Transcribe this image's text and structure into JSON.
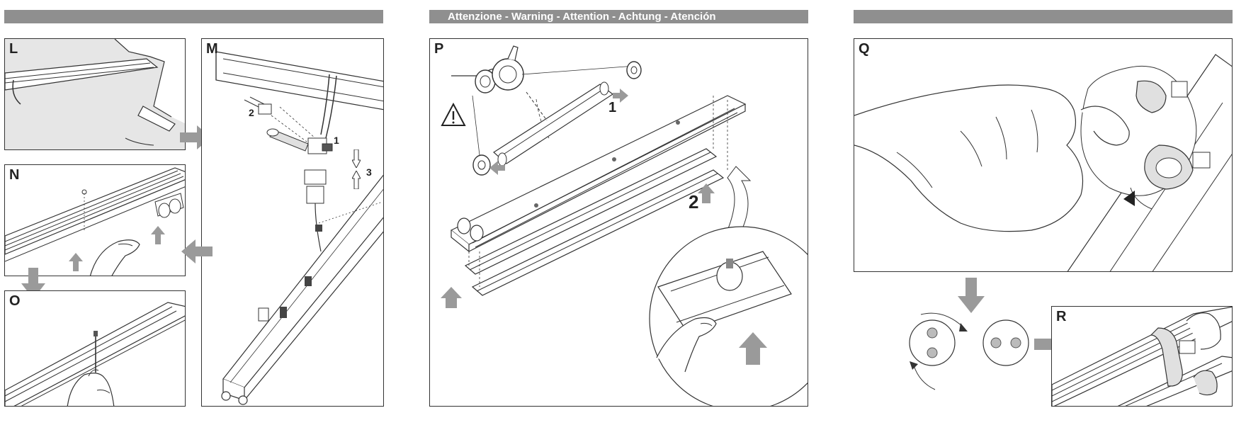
{
  "bands": {
    "left_text": "",
    "center_text": "Attenzione - Warning - Attention - Achtung - Atención",
    "right_text": ""
  },
  "panels": {
    "L": "L",
    "M": "M",
    "N": "N",
    "O": "O",
    "P": "P",
    "Q": "Q",
    "R": "R"
  },
  "step_numbers": {
    "m_1": "1",
    "m_2": "2",
    "m_3": "3",
    "p_1": "1",
    "p_2": "2"
  },
  "icons": {
    "warning": "warning-triangle-icon",
    "arrow": "arrow-icon"
  },
  "colors": {
    "band": "#8f8f8f",
    "arrow": "#9a9a9a",
    "line": "#333333",
    "panel_fill_light": "#e9e9e9"
  }
}
